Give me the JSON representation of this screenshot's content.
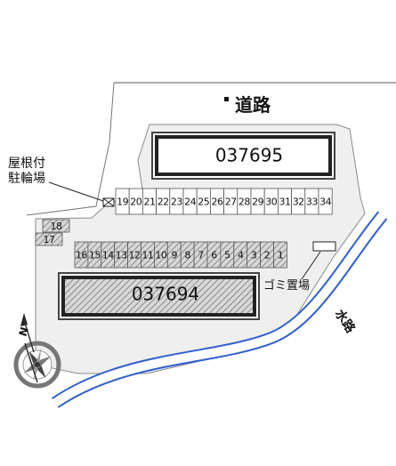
{
  "labels": {
    "road": "道路",
    "river": "水路",
    "roofed_bicycle_parking": [
      "屋根付",
      "駐輪場"
    ],
    "garbage_area": "ゴミ置場"
  },
  "buildings": [
    {
      "id": "037695",
      "style": "plain"
    },
    {
      "id": "037694",
      "style": "hatched"
    }
  ],
  "parking_top_row": [
    "19",
    "20",
    "21",
    "22",
    "23",
    "24",
    "25",
    "26",
    "27",
    "28",
    "29",
    "30",
    "31",
    "32",
    "33",
    "34"
  ],
  "parking_bottom_row": [
    "16",
    "15",
    "14",
    "13",
    "12",
    "11",
    "10",
    "9",
    "8",
    "7",
    "6",
    "5",
    "4",
    "3",
    "2",
    "1"
  ],
  "parking_left": [
    "18",
    "17"
  ],
  "compass": {
    "north_label": "N"
  },
  "colors": {
    "site": "#efefef",
    "site_outline": "#888888",
    "river": "#3060d0",
    "building_border": "#333333",
    "hatch": "#555555"
  }
}
